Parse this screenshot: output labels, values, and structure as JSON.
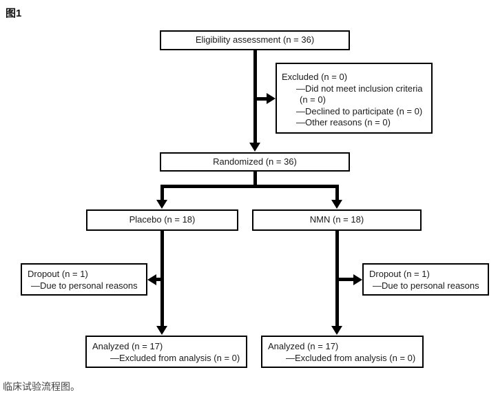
{
  "figure_label": "图1",
  "caption": "临床试验流程图。",
  "colors": {
    "line": "#000000",
    "box_border": "#000000",
    "box_background": "#ffffff",
    "text": "#1a1a1a"
  },
  "nodes": {
    "eligibility": {
      "label": "Eligibility assessment (n = 36)"
    },
    "excluded": {
      "lines": [
        "Excluded (n = 0)",
        "—Did not meet inclusion criteria",
        "(n = 0)",
        "—Declined to participate (n = 0)",
        "—Other reasons (n = 0)"
      ]
    },
    "randomized": {
      "label": "Randomized (n = 36)"
    },
    "placebo": {
      "label": "Placebo (n = 18)"
    },
    "nmn": {
      "label": "NMN (n = 18)"
    },
    "dropout_left": {
      "lines": [
        "Dropout (n = 1)",
        "—Due to personal reasons"
      ]
    },
    "dropout_right": {
      "lines": [
        "Dropout (n = 1)",
        "—Due to personal reasons"
      ]
    },
    "analyzed_left": {
      "lines": [
        "Analyzed (n = 17)",
        "—Excluded from analysis (n = 0)"
      ]
    },
    "analyzed_right": {
      "lines": [
        "Analyzed (n = 17)",
        "—Excluded from analysis (n = 0)"
      ]
    }
  }
}
